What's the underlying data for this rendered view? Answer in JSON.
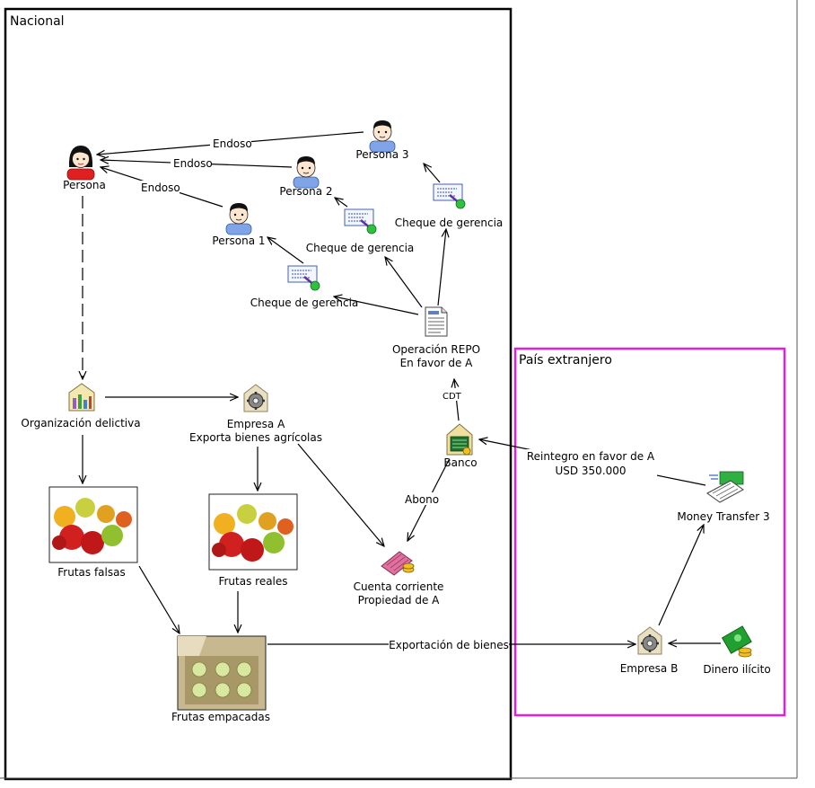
{
  "regions": {
    "nacional": {
      "title": "Nacional",
      "border_color": "#000000"
    },
    "extranjero": {
      "title": "País extranjero",
      "border_color": "#e020e0"
    }
  },
  "nodes": {
    "persona": "Persona",
    "persona1": "Persona 1",
    "persona2": "Persona 2",
    "persona3": "Persona 3",
    "cheque1": "Cheque de gerencia",
    "cheque2": "Cheque de gerencia",
    "cheque3": "Cheque de gerencia",
    "repo": [
      "Operación REPO",
      "En favor de A"
    ],
    "org": "Organización delictiva",
    "empresa_a": [
      "Empresa A",
      "Exporta bienes agrícolas"
    ],
    "banco": "Banco",
    "frutas_falsas": "Frutas falsas",
    "frutas_reales": "Frutas reales",
    "cuenta": [
      "Cuenta corriente",
      "Propiedad de A"
    ],
    "frutas_empacadas": "Frutas empacadas",
    "money_transfer": "Money Transfer 3",
    "empresa_b": "Empresa B",
    "dinero_ilicito": "Dinero ilícito"
  },
  "edges": {
    "endoso1": "Endoso",
    "endoso2": "Endoso",
    "endoso3": "Endoso",
    "cdt": "CDT",
    "abono": "Abono",
    "reintegro": [
      "Reintegro en favor de A",
      "USD 350.000"
    ],
    "exportacion": "Exportación de bienes"
  },
  "icons": {
    "person_male_color": "#7fa5e8",
    "person_female_color": "#e02020",
    "org_icon": "organization-chart-icon",
    "company_icon": "gear-company-icon",
    "bank_icon": "bank-icon",
    "cheque_icon": "cheque-icon",
    "document_icon": "document-icon",
    "account_icon": "account-icon",
    "money_icon": "money-icon",
    "transfer_icon": "money-transfer-icon"
  }
}
